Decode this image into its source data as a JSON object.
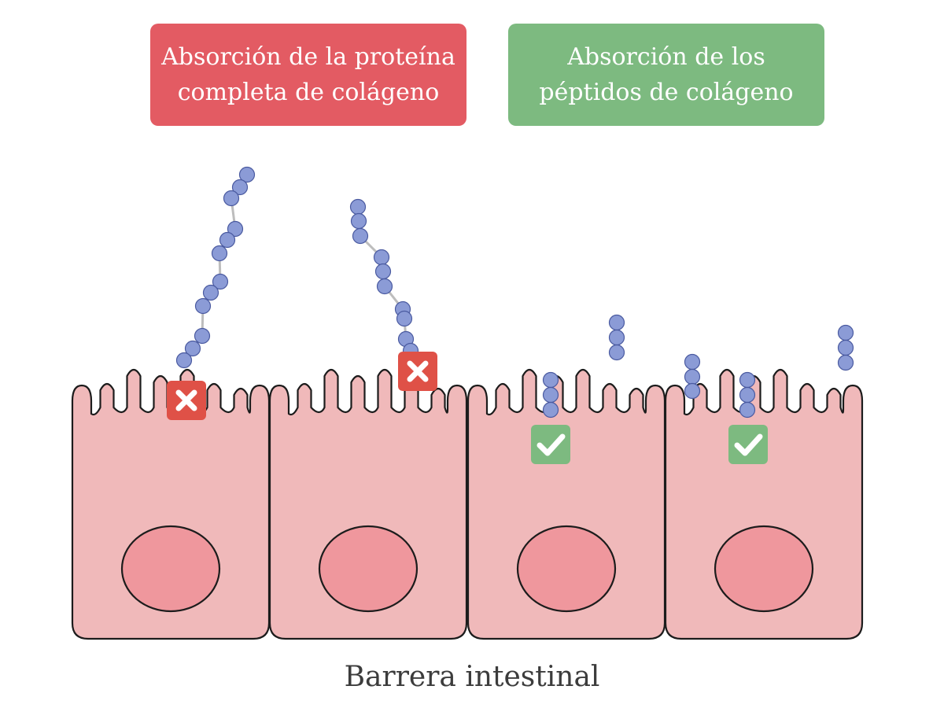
{
  "headers": {
    "whole": {
      "line1": "Absorción de la proteína",
      "line2": "completa de colágeno"
    },
    "peptides": {
      "line1": "Absorción de los",
      "line2": "péptidos de colágeno"
    }
  },
  "caption": "Barrera intestinal",
  "colors": {
    "rejected": "#e35b63",
    "accepted": "#7dba80",
    "cell_body": "#f0b9ba",
    "nucleus": "#ef979d",
    "amino_acid": "#8b9bd6"
  },
  "icons": {
    "rejected": "cross-icon",
    "accepted": "check-icon"
  }
}
